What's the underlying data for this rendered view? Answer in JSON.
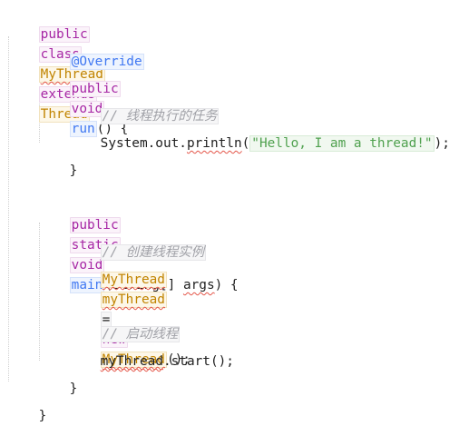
{
  "editor": {
    "language": "java",
    "lines": {
      "l1": {
        "kw_public": "public",
        "kw_class": "class",
        "class_name": "MyThread",
        "kw_extends": "extends",
        "super_name": "Thread",
        "brace": " {"
      },
      "l2": {
        "annotation": "@Override"
      },
      "l3": {
        "kw_public": "public",
        "kw_void": "void",
        "method": "run",
        "rest": "() {"
      },
      "l4": {
        "comment": "// 线程执行的任务"
      },
      "l5": {
        "pre": "System.out.",
        "println": "println",
        "open": "(",
        "string": "\"Hello, I am a thread!\"",
        "close": ");"
      },
      "l6": {
        "brace": "}"
      },
      "l8": {
        "kw_public": "public",
        "kw_static": "static",
        "kw_void": "void",
        "method": "main",
        "params_pre": "(String[] ",
        "args": "args",
        "params_post": ") {"
      },
      "l9": {
        "comment": "// 创建线程实例"
      },
      "l10": {
        "type": "MyThread",
        "var": "myThread",
        "eq": "=",
        "kw_new": "new",
        "ctor": "MyThread",
        "rest": "();"
      },
      "l12": {
        "comment": "// 启动线程"
      },
      "l13": {
        "var": "myThread",
        "rest": ".start();"
      },
      "l14": {
        "brace": "}"
      },
      "l15": {
        "brace": "}"
      }
    },
    "colors": {
      "keyword": "#a626a4",
      "type": "#c18401",
      "function": "#4078f2",
      "string": "#50a14f",
      "comment": "#a0a1a7",
      "squiggle": "#e45649"
    }
  }
}
